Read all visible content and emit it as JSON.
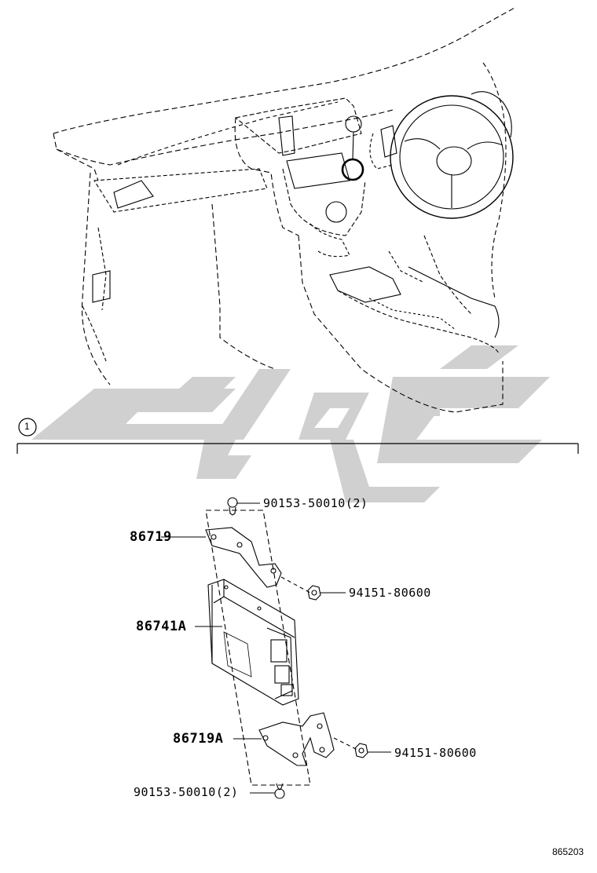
{
  "diagram": {
    "callout_number": "1",
    "diagram_id": "865203",
    "watermark_color": "#c8c8c8",
    "line_color": "#000000"
  },
  "parts": {
    "bolt_top": "90153-50010(2)",
    "bracket_upper": "86719",
    "nut_upper": "94151-80600",
    "amplifier": "86741A",
    "bracket_lower": "86719A",
    "nut_lower": "94151-80600",
    "bolt_bottom": "90153-50010(2)"
  }
}
